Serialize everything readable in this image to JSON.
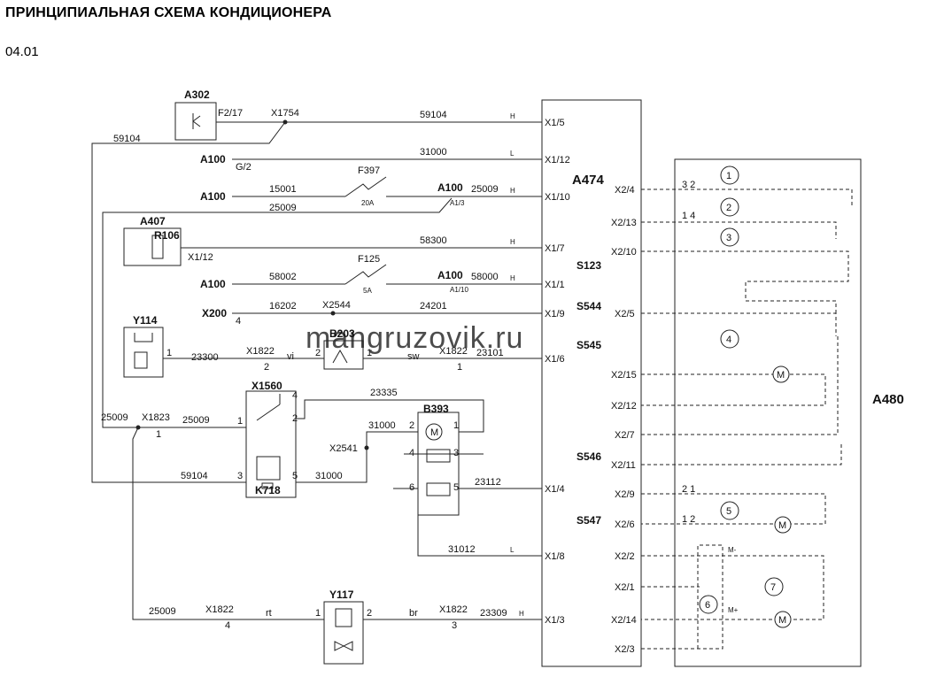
{
  "title": "ПРИНЦИПИАЛЬНАЯ СХЕМА КОНДИЦИОНЕРА",
  "subtitle": "04.01",
  "watermark": "mangruzovik.ru",
  "components": {
    "a474": "A474",
    "a480": "A480",
    "a302": "A302",
    "a302_pin": "F2/17",
    "a407": "A407",
    "r106": "R106",
    "a407_pin": "X1/12",
    "y114": "Y114",
    "y117": "Y117",
    "x1560": "X1560",
    "k718": "K718",
    "b393": "B393",
    "b203": "B203",
    "f397": "F397",
    "f397_rating": "20A",
    "f125": "F125",
    "f125_rating": "5A",
    "a100": "A100",
    "a100_g2": "G/2",
    "a100_p1": "A1/3",
    "a100_p2": "A1/10",
    "x200": "X200",
    "x200_pin": "4",
    "s123": "S123",
    "s544": "S544",
    "s545": "S545",
    "s546": "S546",
    "s547": "S547",
    "motor": "M"
  },
  "a474_pins": [
    "X1/5",
    "X1/12",
    "X1/10",
    "X1/7",
    "X1/1",
    "X1/9",
    "X1/6",
    "X1/4",
    "X1/8",
    "X1/3"
  ],
  "a480_pins": [
    "X2/4",
    "X2/13",
    "X2/10",
    "X2/5",
    "X2/15",
    "X2/12",
    "X2/7",
    "X2/11",
    "X2/9",
    "X2/6",
    "X2/2",
    "X2/1",
    "X2/14",
    "X2/3"
  ],
  "circles": [
    "1",
    "2",
    "3",
    "4",
    "5",
    "6",
    "7"
  ],
  "wires": {
    "w59104_top": "59104",
    "w59104_left": "59104",
    "w31000_top": "31000",
    "w15001": "15001",
    "w25009_a": "25009",
    "w25009_b": "25009",
    "w58300": "58300",
    "w58002": "58002",
    "w58000": "58000",
    "w16202": "16202",
    "w24201": "24201",
    "w23300": "23300",
    "w23101": "23101",
    "w23335": "23335",
    "w25009_c": "25009",
    "w25009_d": "25009",
    "w31000_b": "31000",
    "w59104_c": "59104",
    "w31000_c": "31000",
    "w23112": "23112",
    "w31012": "31012",
    "w25009_e": "25009",
    "w23309": "23309"
  },
  "connectors": {
    "x1754": "X1754",
    "x2544": "X2544",
    "x1822": "X1822",
    "x1823": "X1823",
    "x2541": "X2541",
    "vi": "vi",
    "sw": "sw",
    "rt": "rt",
    "br": "br",
    "n1": "1",
    "n2": "2",
    "n3": "3",
    "n4": "4",
    "n5": "5",
    "n6": "6",
    "n12": "1 2",
    "n14": "1 4",
    "n21": "2 1",
    "n32": "3 2",
    "m_plus": "M+",
    "m_minus": "M-"
  },
  "signals": {
    "h": "H",
    "l": "L"
  }
}
